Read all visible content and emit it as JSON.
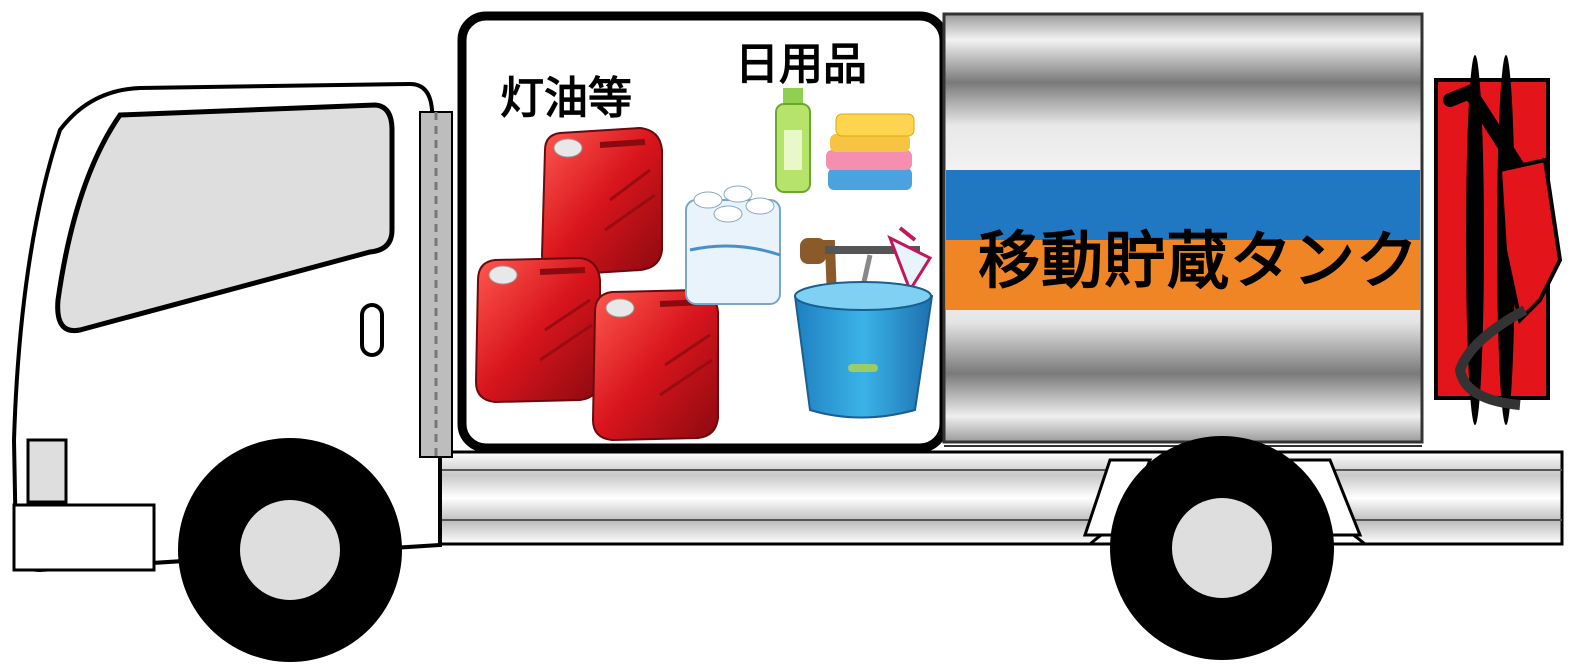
{
  "cargo": {
    "kerosene_label": "灯油等",
    "daily_goods_label": "日用品"
  },
  "tank": {
    "label": "移動貯蔵タンク"
  },
  "colors": {
    "truck_outline": "#000000",
    "cab_fill": "#ffffff",
    "window_fill": "#dedede",
    "stripe_blue": "#1f78c1",
    "stripe_orange": "#f08526",
    "jerrycan_red": "#d8141c",
    "dispenser_red": "#e3141a",
    "bucket_blue": "#2aa0d8"
  },
  "icons": [
    "truck-cab",
    "jerrycan-icon",
    "toilet-paper-icon",
    "detergent-bottle-icon",
    "sponge-icon",
    "bucket-icon",
    "fuel-nozzle-icon"
  ]
}
